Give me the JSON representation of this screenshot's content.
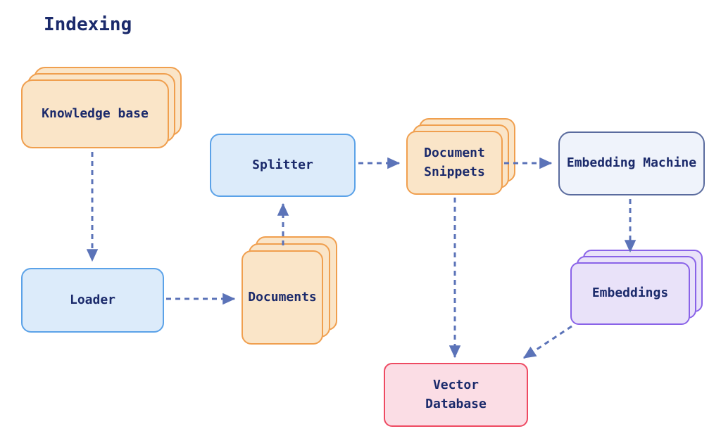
{
  "title": "Indexing",
  "colors": {
    "text": "#1b2a6b",
    "arrow": "#5b73b8",
    "orange_border": "#f09f4e",
    "orange_fill": "#fae5c8",
    "blue_border": "#5ba2e8",
    "blue_fill": "#dcebfa",
    "slate_border": "#5a6b9e",
    "slate_fill": "#eff3fb",
    "purple_border": "#8a63e8",
    "purple_fill": "#e9e2f9",
    "red_border": "#ee4a62",
    "pink_fill": "#fbdde5"
  },
  "nodes": {
    "knowledge_base": {
      "label": "Knowledge base",
      "shape": "stacked-cards",
      "color": "orange"
    },
    "loader": {
      "label": "Loader",
      "shape": "box",
      "color": "blue"
    },
    "documents": {
      "label": "Documents",
      "shape": "stacked-cards",
      "color": "orange"
    },
    "splitter": {
      "label": "Splitter",
      "shape": "box",
      "color": "blue"
    },
    "document_snippets": {
      "label": "Document\nSnippets",
      "shape": "stacked-cards",
      "color": "orange"
    },
    "embedding_machine": {
      "label": "Embedding Machine",
      "shape": "box",
      "color": "slate"
    },
    "embeddings": {
      "label": "Embeddings",
      "shape": "stacked-cards",
      "color": "purple"
    },
    "vector_database": {
      "label": "Vector\nDatabase",
      "shape": "box",
      "color": "red"
    }
  },
  "edges": [
    {
      "from": "Knowledge base",
      "to": "Loader",
      "style": "dashed-arrow"
    },
    {
      "from": "Loader",
      "to": "Documents",
      "style": "dashed-arrow"
    },
    {
      "from": "Documents",
      "to": "Splitter",
      "style": "dashed-arrow"
    },
    {
      "from": "Splitter",
      "to": "Document Snippets",
      "style": "dashed-arrow"
    },
    {
      "from": "Document Snippets",
      "to": "Embedding Machine",
      "style": "dashed-arrow"
    },
    {
      "from": "Embedding Machine",
      "to": "Embeddings",
      "style": "dashed-arrow"
    },
    {
      "from": "Document Snippets",
      "to": "Vector Database",
      "style": "dashed-arrow"
    },
    {
      "from": "Embeddings",
      "to": "Vector Database",
      "style": "dashed-arrow"
    }
  ]
}
